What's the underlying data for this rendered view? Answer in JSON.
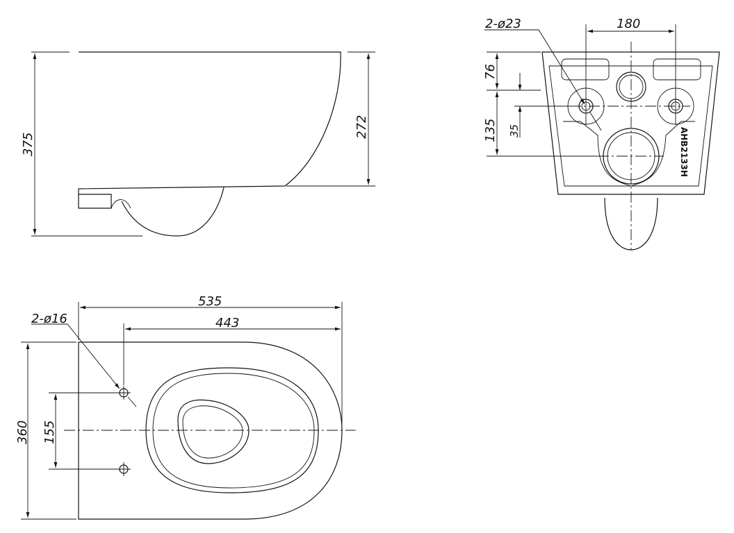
{
  "drawing": {
    "side_view": {
      "total_height": "375",
      "rim_height": "272"
    },
    "top_view": {
      "total_length": "535",
      "hole_to_front": "443",
      "hole_label": "2-ø16",
      "width": "360",
      "hole_spacing": "155"
    },
    "rear_view": {
      "hole_label": "2-ø23",
      "hole_spacing": "180",
      "top_to_holes": "76",
      "holes_to_outlet": "135",
      "offset": "35",
      "model": "AHB2133H"
    }
  }
}
